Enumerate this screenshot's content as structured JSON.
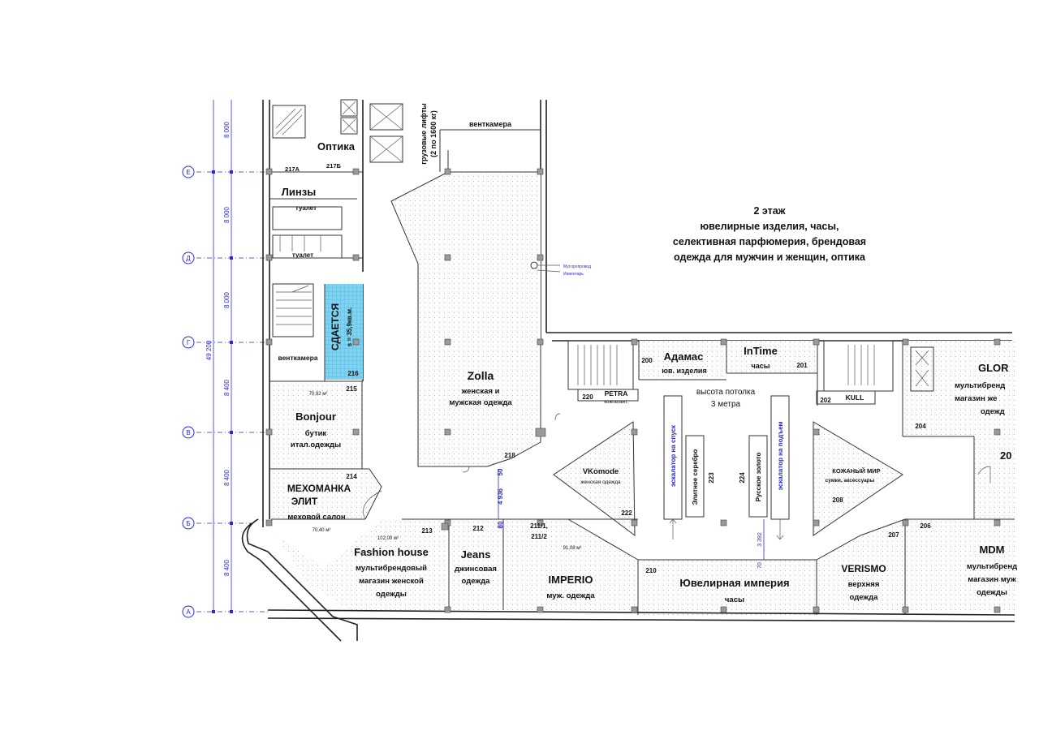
{
  "header": {
    "floor": "2 этаж",
    "desc_line1": "ювелирные изделия, часы,",
    "desc_line2": "селективная парфюмерия, брендовая",
    "desc_line3": "одежда для мужчин и женщин, оптика"
  },
  "axes": {
    "labels": [
      "Е",
      "Д",
      "Г",
      "В",
      "Б",
      "А"
    ],
    "spans": [
      "8 000",
      "8 000",
      "8 000",
      "8 400",
      "8 400",
      "8 400"
    ],
    "total": "49 200"
  },
  "ceiling": {
    "line1": "высота потолка",
    "line2": "3 метра"
  },
  "notes": {
    "freight_lifts_1": "грузовые лифты",
    "freight_lifts_2": "(2 по 1600 кг)",
    "garbage_1": "Мусоропровод",
    "garbage_2": "Инвентарь"
  },
  "rooms": {
    "ventkamera_top": "венткамера",
    "optika": "Оптика",
    "r217a": "217А",
    "r217b": "217Б",
    "linzy": "Линзы",
    "toilet1": "туалет",
    "toilet2": "туалет",
    "sdaetsya": "СДАЕТСЯ",
    "sdaetsya_area": "s = 35,9кв.м.",
    "ventkamera_left": "венткамера",
    "r216": "216",
    "r215": "215",
    "area215": "70,92 м²",
    "bonjour": "Bonjour",
    "bonjour_1": "бутик",
    "bonjour_2": "итал.одежды",
    "r214": "214",
    "mehomanka_1": "МЕХОМАНКА",
    "mehomanka_2": "ЭЛИТ",
    "mehomanka_3": "меховой салон",
    "area214": "70,40 м²",
    "zolla": "Zolla",
    "zolla_1": "женская и",
    "zolla_2": "мужская одежда",
    "r218": "218",
    "fashion": "Fashion house",
    "fashion_1": "мультибрендовый",
    "fashion_2": "магазин женской",
    "fashion_3": "одежды",
    "r213": "213",
    "area213": "102,00 м²",
    "r212": "212",
    "jeans": "Jeans",
    "jeans_1": "джинсовая",
    "jeans_2": "одежда",
    "r211a": "211/1,",
    "r211b": "211/2",
    "area211": "91,08 м²",
    "imperio": "IMPERIO",
    "imperio_1": "муж. одежда",
    "dim_4936": "4 936",
    "dim_50": "50",
    "dim_80": "80",
    "dim_3392": "3 392",
    "dim_70": "70",
    "r210": "210",
    "jew_imp": "Ювелирная империя",
    "jew_imp_1": "часы",
    "r200": "200",
    "adamas": "Адамас",
    "adamas_1": "юв. изделия",
    "intime": "InTime",
    "intime_1": "часы",
    "r201": "201",
    "r220": "220",
    "petra": "PETRA",
    "petra_1": "кожгалант.",
    "r202": "202",
    "kull": "KULL",
    "vkomode": "VKomode",
    "vkomode_1": "женская одежда",
    "r222": "222",
    "esc_down": "эскалатор на спуск",
    "esc_up": "эскалатор на подъем",
    "silver": "Элитное серебро",
    "r223": "223",
    "gold": "Русское золото",
    "r224": "224",
    "leather_1": "КОЖАНЫЙ МИР",
    "leather_2": "сумки, аксессуары",
    "r208": "208",
    "verismo": "VERISMO",
    "verismo_1": "верхняя",
    "verismo_2": "одежда",
    "r207": "207",
    "r206": "206",
    "mdm": "MDM",
    "mdm_1": "мультибренд",
    "mdm_2": "магазин муж",
    "mdm_3": "одежды",
    "glor": "GLOR",
    "glor_1": "мультибренд",
    "glor_2": "магазин же",
    "glor_3": "одежд",
    "r204": "204",
    "r20x": "20"
  }
}
